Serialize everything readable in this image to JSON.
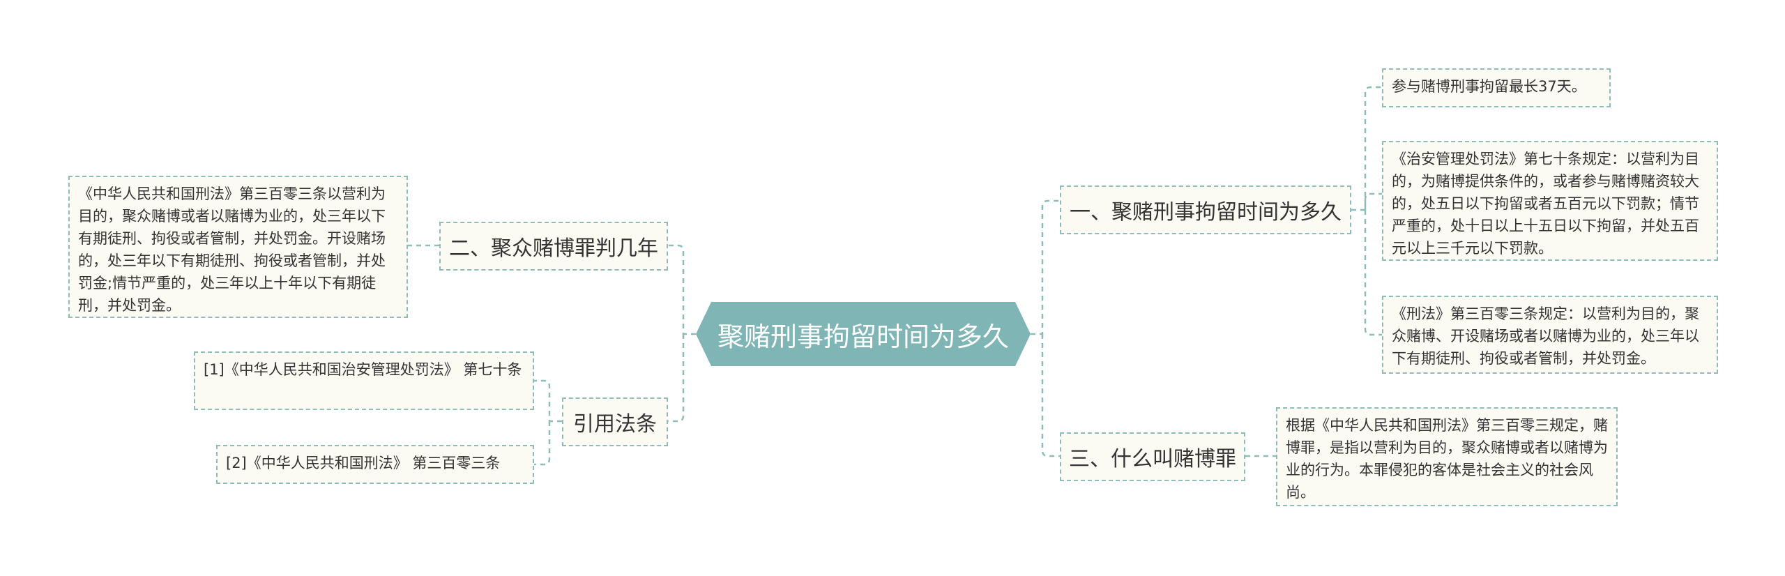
{
  "root": {
    "label": "聚赌刑事拘留时间为多久",
    "color": "#7fb5b5"
  },
  "colors": {
    "line": "#8fbcbb",
    "node_bg": "#fbfaf3",
    "node_border": "#8fbcbb",
    "text": "#333333"
  },
  "branches": {
    "b1": {
      "label": "一、聚赌刑事拘留时间为多久",
      "leaves": [
        "参与赌博刑事拘留最长37天。",
        "《治安管理处罚法》第七十条规定：以营利为目的，为赌博提供条件的，或者参与赌博赌资较大的，处五日以下拘留或者五百元以下罚款；情节严重的，处十日以上十五日以下拘留，并处五百元以上三千元以下罚款。",
        "《刑法》第三百零三条规定：以营利为目的，聚众赌博、开设赌场或者以赌博为业的，处三年以下有期徒刑、拘役或者管制，并处罚金。"
      ]
    },
    "b2": {
      "label": "二、聚众赌博罪判几年",
      "leaves": [
        "《中华人民共和国刑法》第三百零三条以营利为目的，聚众赌博或者以赌博为业的，处三年以下有期徒刑、拘役或者管制，并处罚金。开设赌场的，处三年以下有期徒刑、拘役或者管制，并处罚金;情节严重的，处三年以上十年以下有期徒刑，并处罚金。"
      ]
    },
    "b3": {
      "label": "三、什么叫赌博罪",
      "leaves": [
        "根据《中华人民共和国刑法》第三百零三规定，赌博罪，是指以营利为目的，聚众赌博或者以赌博为业的行为。本罪侵犯的客体是社会主义的社会风尚。"
      ]
    },
    "b4": {
      "label": "引用法条",
      "leaves": [
        "[1]《中华人民共和国治安管理处罚法》 第七十条",
        "[2]《中华人民共和国刑法》 第三百零三条"
      ]
    }
  }
}
